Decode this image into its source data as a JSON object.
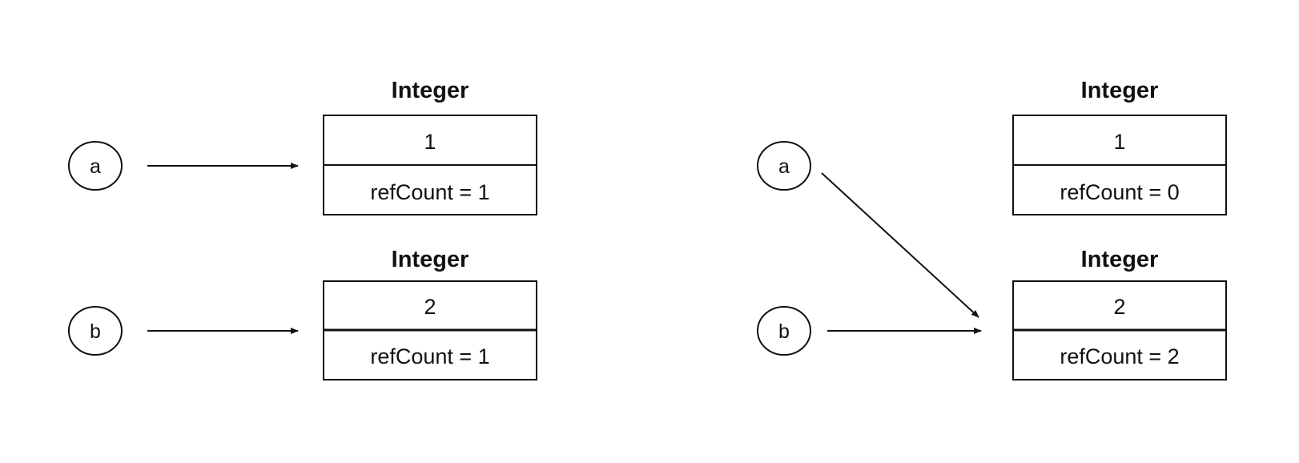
{
  "left_panel": {
    "variables": [
      {
        "label": "a"
      },
      {
        "label": "b"
      }
    ],
    "objects": [
      {
        "type_title": "Integer",
        "value": "1",
        "ref_count": "refCount = 1"
      },
      {
        "type_title": "Integer",
        "value": "2",
        "ref_count": "refCount = 1"
      }
    ]
  },
  "right_panel": {
    "variables": [
      {
        "label": "a"
      },
      {
        "label": "b"
      }
    ],
    "objects": [
      {
        "type_title": "Integer",
        "value": "1",
        "ref_count": "refCount = 0"
      },
      {
        "type_title": "Integer",
        "value": "2",
        "ref_count": "refCount = 2"
      }
    ]
  },
  "colors": {
    "stroke": "#111111",
    "background": "#ffffff"
  }
}
